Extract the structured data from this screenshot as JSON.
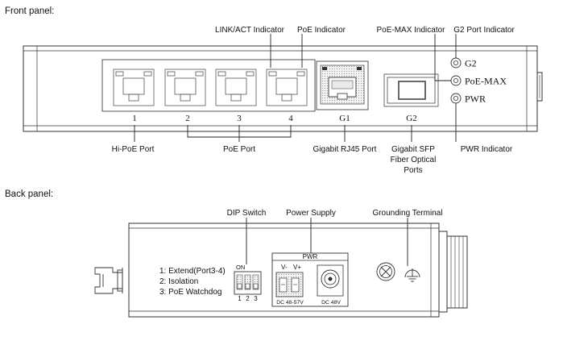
{
  "front": {
    "section_title": "Front panel:",
    "port_numbers": [
      "1",
      "2",
      "3",
      "4"
    ],
    "g1_label": "G1",
    "g2_label": "G2",
    "leds": [
      "G2",
      "PoE-MAX",
      "PWR"
    ],
    "callouts": {
      "link_act": "LINK/ACT Indicator",
      "poe_indicator": "PoE Indicator",
      "poe_max_indicator": "PoE-MAX Indicator",
      "g2_port_indicator": "G2 Port Indicator",
      "hi_poe_port": "Hi-PoE Port",
      "poe_port": "PoE Port",
      "gigabit_rj45_port": "Gigabit RJ45 Port",
      "gigabit_sfp_lines": [
        "Gigabit SFP",
        "Fiber Optical",
        "Ports"
      ],
      "pwr_indicator": "PWR Indicator"
    }
  },
  "back": {
    "section_title": "Back panel:",
    "callouts": {
      "dip_switch": "DIP Switch",
      "power_supply": "Power Supply",
      "grounding_terminal": "Grounding Terminal"
    },
    "dip_notes": [
      "1: Extend(Port3-4)",
      "2: Isolation",
      "3: PoE Watchdog"
    ],
    "dip_on_label": "ON",
    "dip_numbers": [
      "1",
      "2",
      "3"
    ],
    "pwr_box_label": "PWR",
    "terminal_labels": [
      "V-",
      "V+"
    ],
    "dc_labels": [
      "DC 48-57V",
      "DC 48V"
    ]
  }
}
